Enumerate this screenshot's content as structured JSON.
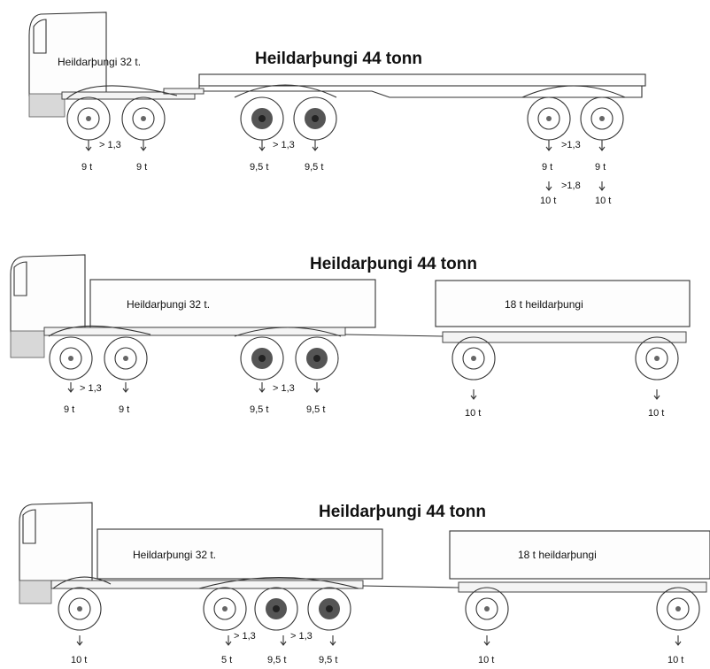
{
  "diagrams": [
    {
      "title": "Heildarþungi 44 tonn",
      "truck_label": "Heildarþungi 32 t.",
      "spacing_labels": [
        "> 1,3",
        "> 1,3",
        ">1,3",
        ">1,8"
      ],
      "load_labels": [
        "9 t",
        "9 t",
        "9,5 t",
        "9,5 t",
        "9 t",
        "9 t",
        "10 t",
        "10 t"
      ]
    },
    {
      "title": "Heildarþungi 44 tonn",
      "truck_label": "Heildarþungi 32 t.",
      "trailer_label": "18 t heildarþungi",
      "spacing_labels": [
        "> 1,3",
        "> 1,3"
      ],
      "load_labels": [
        "9 t",
        "9 t",
        "9,5 t",
        "9,5 t",
        "10 t",
        "10 t"
      ]
    },
    {
      "title": "Heildarþungi 44 tonn",
      "truck_label": "Heildarþungi 32 t.",
      "trailer_label": "18 t heildarþungi",
      "spacing_labels": [
        "> 1,3",
        "> 1,3"
      ],
      "load_labels": [
        "10 t",
        "5 t",
        "9,5 t",
        "9,5 t",
        "10 t",
        "10 t"
      ]
    }
  ]
}
